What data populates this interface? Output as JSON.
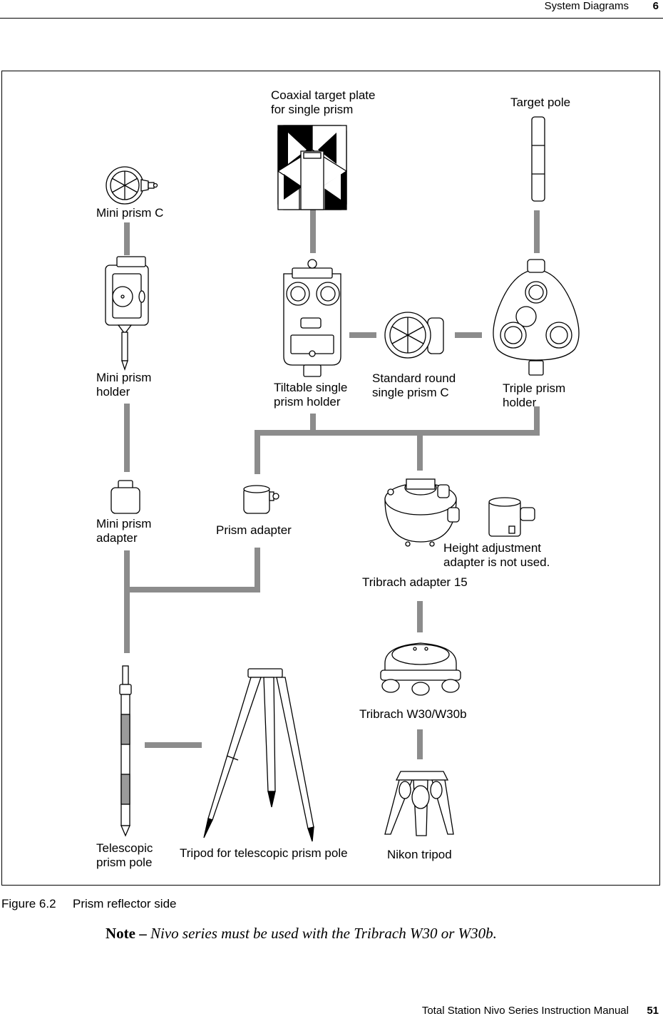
{
  "header": {
    "section_title": "System Diagrams",
    "chapter_number": "6"
  },
  "labels": {
    "coaxial_target": "Coaxial target plate\nfor single prism",
    "target_pole": "Target pole",
    "mini_prism_c": "Mini prism C",
    "mini_prism_holder": "Mini prism\nholder",
    "tiltable_holder": "Tiltable single\nprism holder",
    "standard_round": "Standard round\nsingle prism C",
    "triple_holder": "Triple prism\nholder",
    "mini_prism_adapter": "Mini prism\nadapter",
    "prism_adapter": "Prism adapter",
    "height_adjustment": "Height adjustment\nadapter is not used.",
    "tribrach_adapter": "Tribrach adapter 15",
    "tribrach_w30": "Tribrach W30/W30b",
    "telescopic_pole": "Telescopic\nprism pole",
    "tripod_telescopic": "Tripod for telescopic prism pole",
    "nikon_tripod": "Nikon tripod"
  },
  "caption": {
    "number": "Figure 6.2",
    "text": "Prism reflector side"
  },
  "note": {
    "label": "Note –",
    "text": " Nivo series must be used with the Tribrach W30 or W30b."
  },
  "footer": {
    "manual_title": "Total Station Nivo Series Instruction Manual",
    "page_number": "51"
  },
  "colors": {
    "connector": "#8c8c8c",
    "line": "#000000"
  }
}
